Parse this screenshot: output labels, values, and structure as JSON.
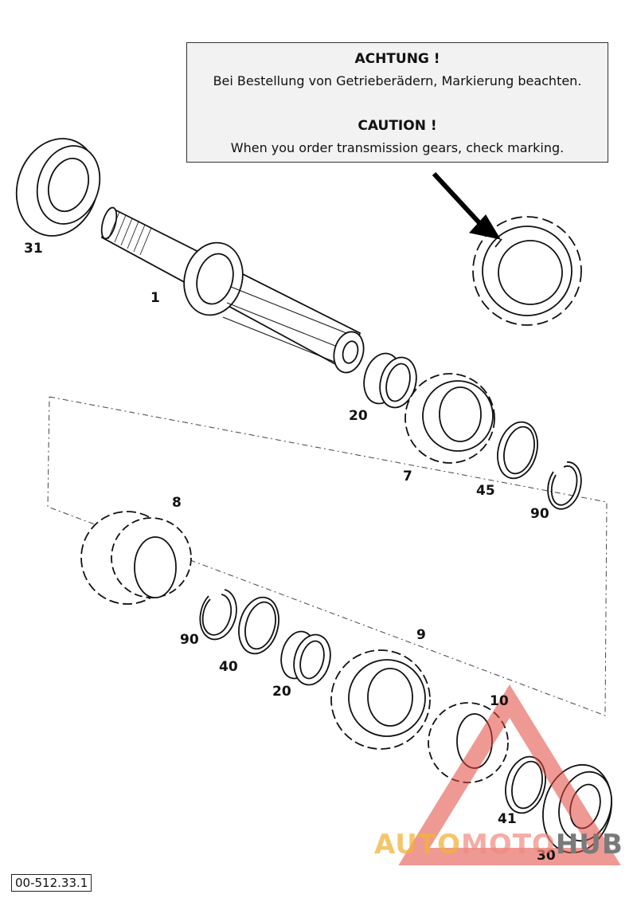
{
  "notice": {
    "de_heading": "ACHTUNG !",
    "de_text": "Bei Bestellung von Getrieberädern, Markierung beachten.",
    "en_heading": "CAUTION !",
    "en_text": "When you order transmission gears, check marking."
  },
  "labels": [
    "31",
    "1",
    "20",
    "7",
    "45",
    "90",
    "8",
    "90",
    "40",
    "20",
    "9",
    "10",
    "41",
    "30"
  ],
  "part_number": "00-512.33.1",
  "watermark": {
    "part1": "AUTO",
    "part2": "MOTO",
    "part3": "HUB"
  },
  "colors": {
    "ink": "#111111",
    "watermark_red": "#e0453a",
    "watermark_orange": "#f2b23a"
  }
}
